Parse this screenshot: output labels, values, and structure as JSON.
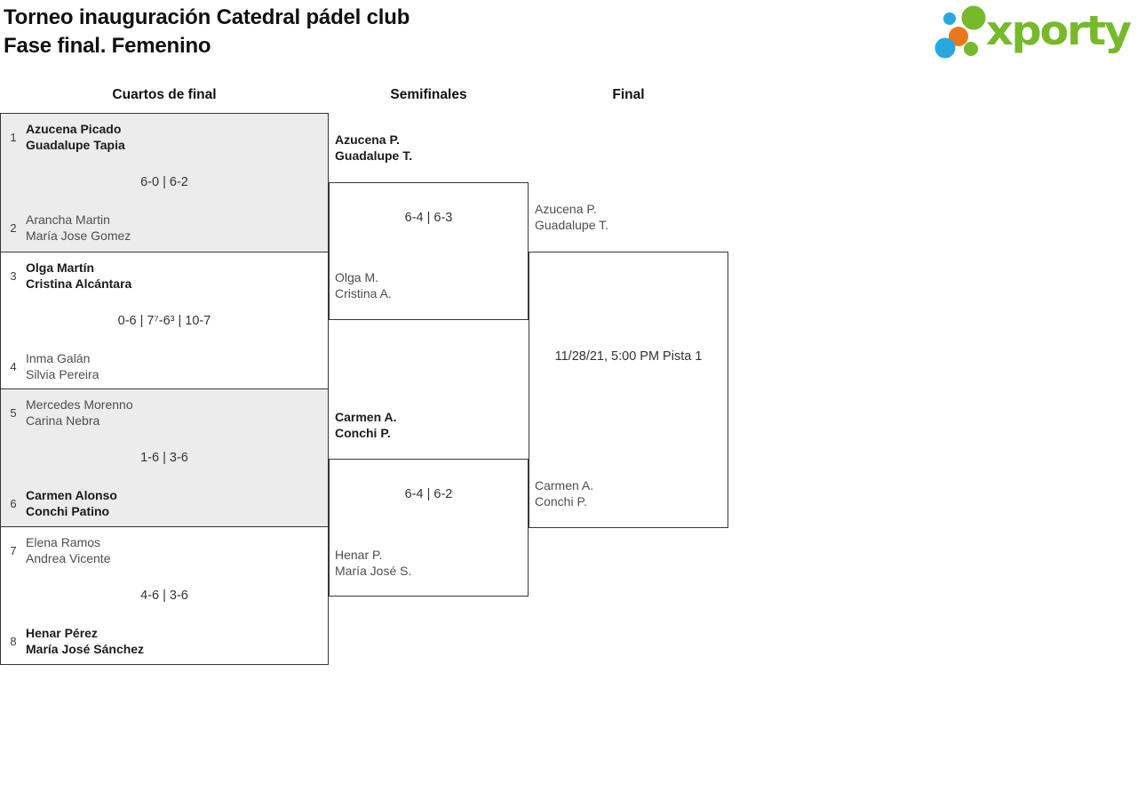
{
  "header": {
    "title_line1": "Torneo inauguración Catedral pádel club",
    "title_line2": "Fase final. Femenino"
  },
  "logo": {
    "brand": "xporty",
    "colors": {
      "green": "#76b92a",
      "blue": "#29a8e0",
      "orange": "#e8781a"
    }
  },
  "bracket": {
    "round_labels": [
      "Cuartos de final",
      "Semifinales",
      "Final"
    ],
    "quarterfinals": [
      {
        "seed_top": "1",
        "team_top_1": "Azucena Picado",
        "team_top_2": "Guadalupe Tapia",
        "top_is_winner": true,
        "score": "6-0 | 6-2",
        "seed_bottom": "2",
        "team_bottom_1": "Arancha Martin",
        "team_bottom_2": "María Jose Gomez",
        "bottom_is_winner": false
      },
      {
        "seed_top": "3",
        "team_top_1": "Olga Martín",
        "team_top_2": "Cristina Alcántara",
        "top_is_winner": true,
        "score": "0-6 | 7⁷-6³ | 10-7",
        "seed_bottom": "4",
        "team_bottom_1": "Inma Galán",
        "team_bottom_2": "Silvia Pereira",
        "bottom_is_winner": false
      },
      {
        "seed_top": "5",
        "team_top_1": "Mercedes Morenno",
        "team_top_2": "Carina Nebra",
        "top_is_winner": false,
        "score": "1-6 | 3-6",
        "seed_bottom": "6",
        "team_bottom_1": "Carmen Alonso",
        "team_bottom_2": "Conchi Patino",
        "bottom_is_winner": true
      },
      {
        "seed_top": "7",
        "team_top_1": "Elena Ramos",
        "team_top_2": "Andrea Vicente",
        "top_is_winner": false,
        "score": "4-6 | 3-6",
        "seed_bottom": "8",
        "team_bottom_1": "Henar Pérez",
        "team_bottom_2": "María José Sánchez",
        "bottom_is_winner": true
      }
    ],
    "semifinals": [
      {
        "team_top_1": "Azucena P.",
        "team_top_2": "Guadalupe T.",
        "top_is_winner": true,
        "score": "6-4 | 6-3",
        "team_bottom_1": "Olga M.",
        "team_bottom_2": "Cristina A.",
        "bottom_is_winner": false
      },
      {
        "team_top_1": "Carmen A.",
        "team_top_2": "Conchi P.",
        "top_is_winner": true,
        "score": "6-4 | 6-2",
        "team_bottom_1": "Henar P.",
        "team_bottom_2": "María José S.",
        "bottom_is_winner": false
      }
    ],
    "final": {
      "team_top_1": "Azucena P.",
      "team_top_2": "Guadalupe T.",
      "team_bottom_1": "Carmen A.",
      "team_bottom_2": "Conchi P.",
      "schedule": "11/28/21, 5:00 PM Pista 1"
    }
  }
}
